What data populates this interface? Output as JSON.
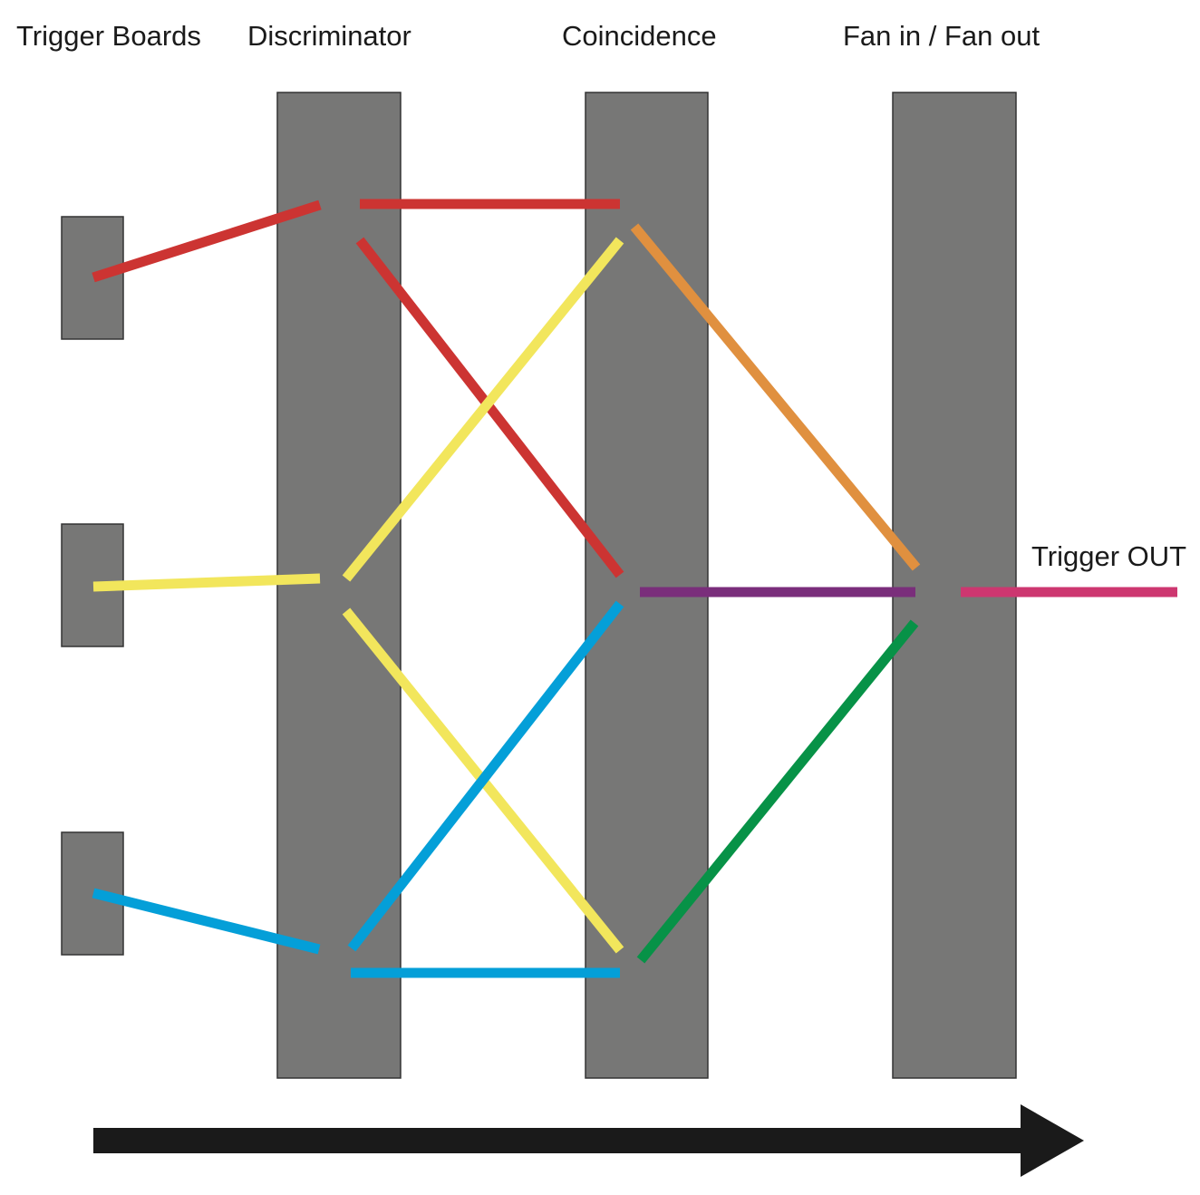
{
  "labels": {
    "trigger_boards": "Trigger Boards",
    "discriminator": "Discriminator",
    "coincidence": "Coincidence",
    "fan": "Fan in / Fan out",
    "trigger_out": "Trigger OUT"
  },
  "colors": {
    "module_fill": "#777776",
    "module_stroke": "#333333",
    "red": "#cc3432",
    "yellow": "#f2e65c",
    "blue": "#049fd8",
    "orange": "#e0903f",
    "purple": "#7a2e7b",
    "green": "#079247",
    "magenta": "#cd3770",
    "arrow": "#1a1a1a"
  }
}
